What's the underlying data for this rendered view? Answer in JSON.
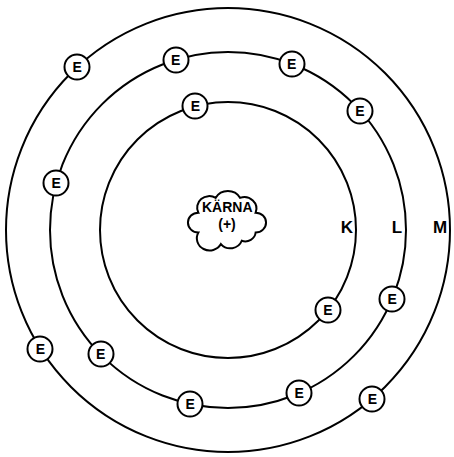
{
  "diagram": {
    "nodes": [
      {
        "text": [
          "E"
        ]
      },
      {
        "text": [
          "E"
        ]
      },
      {
        "text": [
          "E"
        ]
      },
      {
        "text": [
          "E"
        ]
      },
      {
        "text": [
          "E"
        ]
      },
      {
        "text": [
          "E"
        ]
      },
      {
        "text": [
          "KÄRNA (+)"
        ]
      },
      {
        "text": [
          "E"
        ]
      },
      {
        "text": [
          "E"
        ]
      },
      {
        "text": [
          "E"
        ]
      },
      {
        "text": [
          "E"
        ]
      },
      {
        "text": [
          "E"
        ]
      },
      {
        "text": [
          "E"
        ]
      },
      {
        "text": [
          "E"
        ]
      }
    ],
    "labels": [
      "K",
      "L",
      "M"
    ]
  }
}
